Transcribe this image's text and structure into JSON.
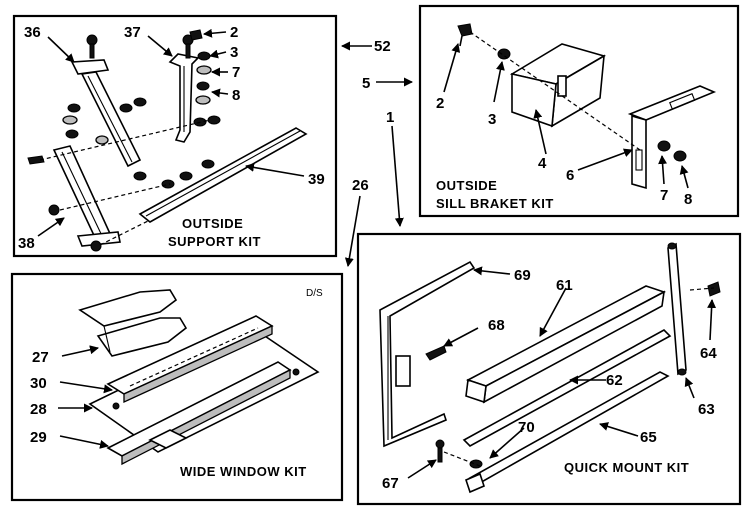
{
  "kits": {
    "outside_support": {
      "line1": "OUTSIDE",
      "line2": "SUPPORT KIT"
    },
    "sill_bracket": {
      "line1": "OUTSIDE",
      "line2": "SILL BRAKET KIT"
    },
    "wide_window": {
      "label": "WIDE WINDOW KIT",
      "code": "D/S"
    },
    "quick_mount": {
      "label": "QUICK MOUNT KIT"
    }
  },
  "callouts": {
    "p36": "36",
    "p37": "37",
    "p2a": "2",
    "p3a": "3",
    "p7a": "7",
    "p8a": "8",
    "p52": "52",
    "p39": "39",
    "p38": "38",
    "p5": "5",
    "p2b": "2",
    "p3b": "3",
    "p4": "4",
    "p6": "6",
    "p7b": "7",
    "p8b": "8",
    "p1": "1",
    "p26": "26",
    "p27": "27",
    "p30": "30",
    "p28": "28",
    "p29": "29",
    "p69": "69",
    "p61": "61",
    "p68": "68",
    "p62": "62",
    "p64": "64",
    "p63": "63",
    "p70": "70",
    "p65": "65",
    "p67": "67"
  }
}
